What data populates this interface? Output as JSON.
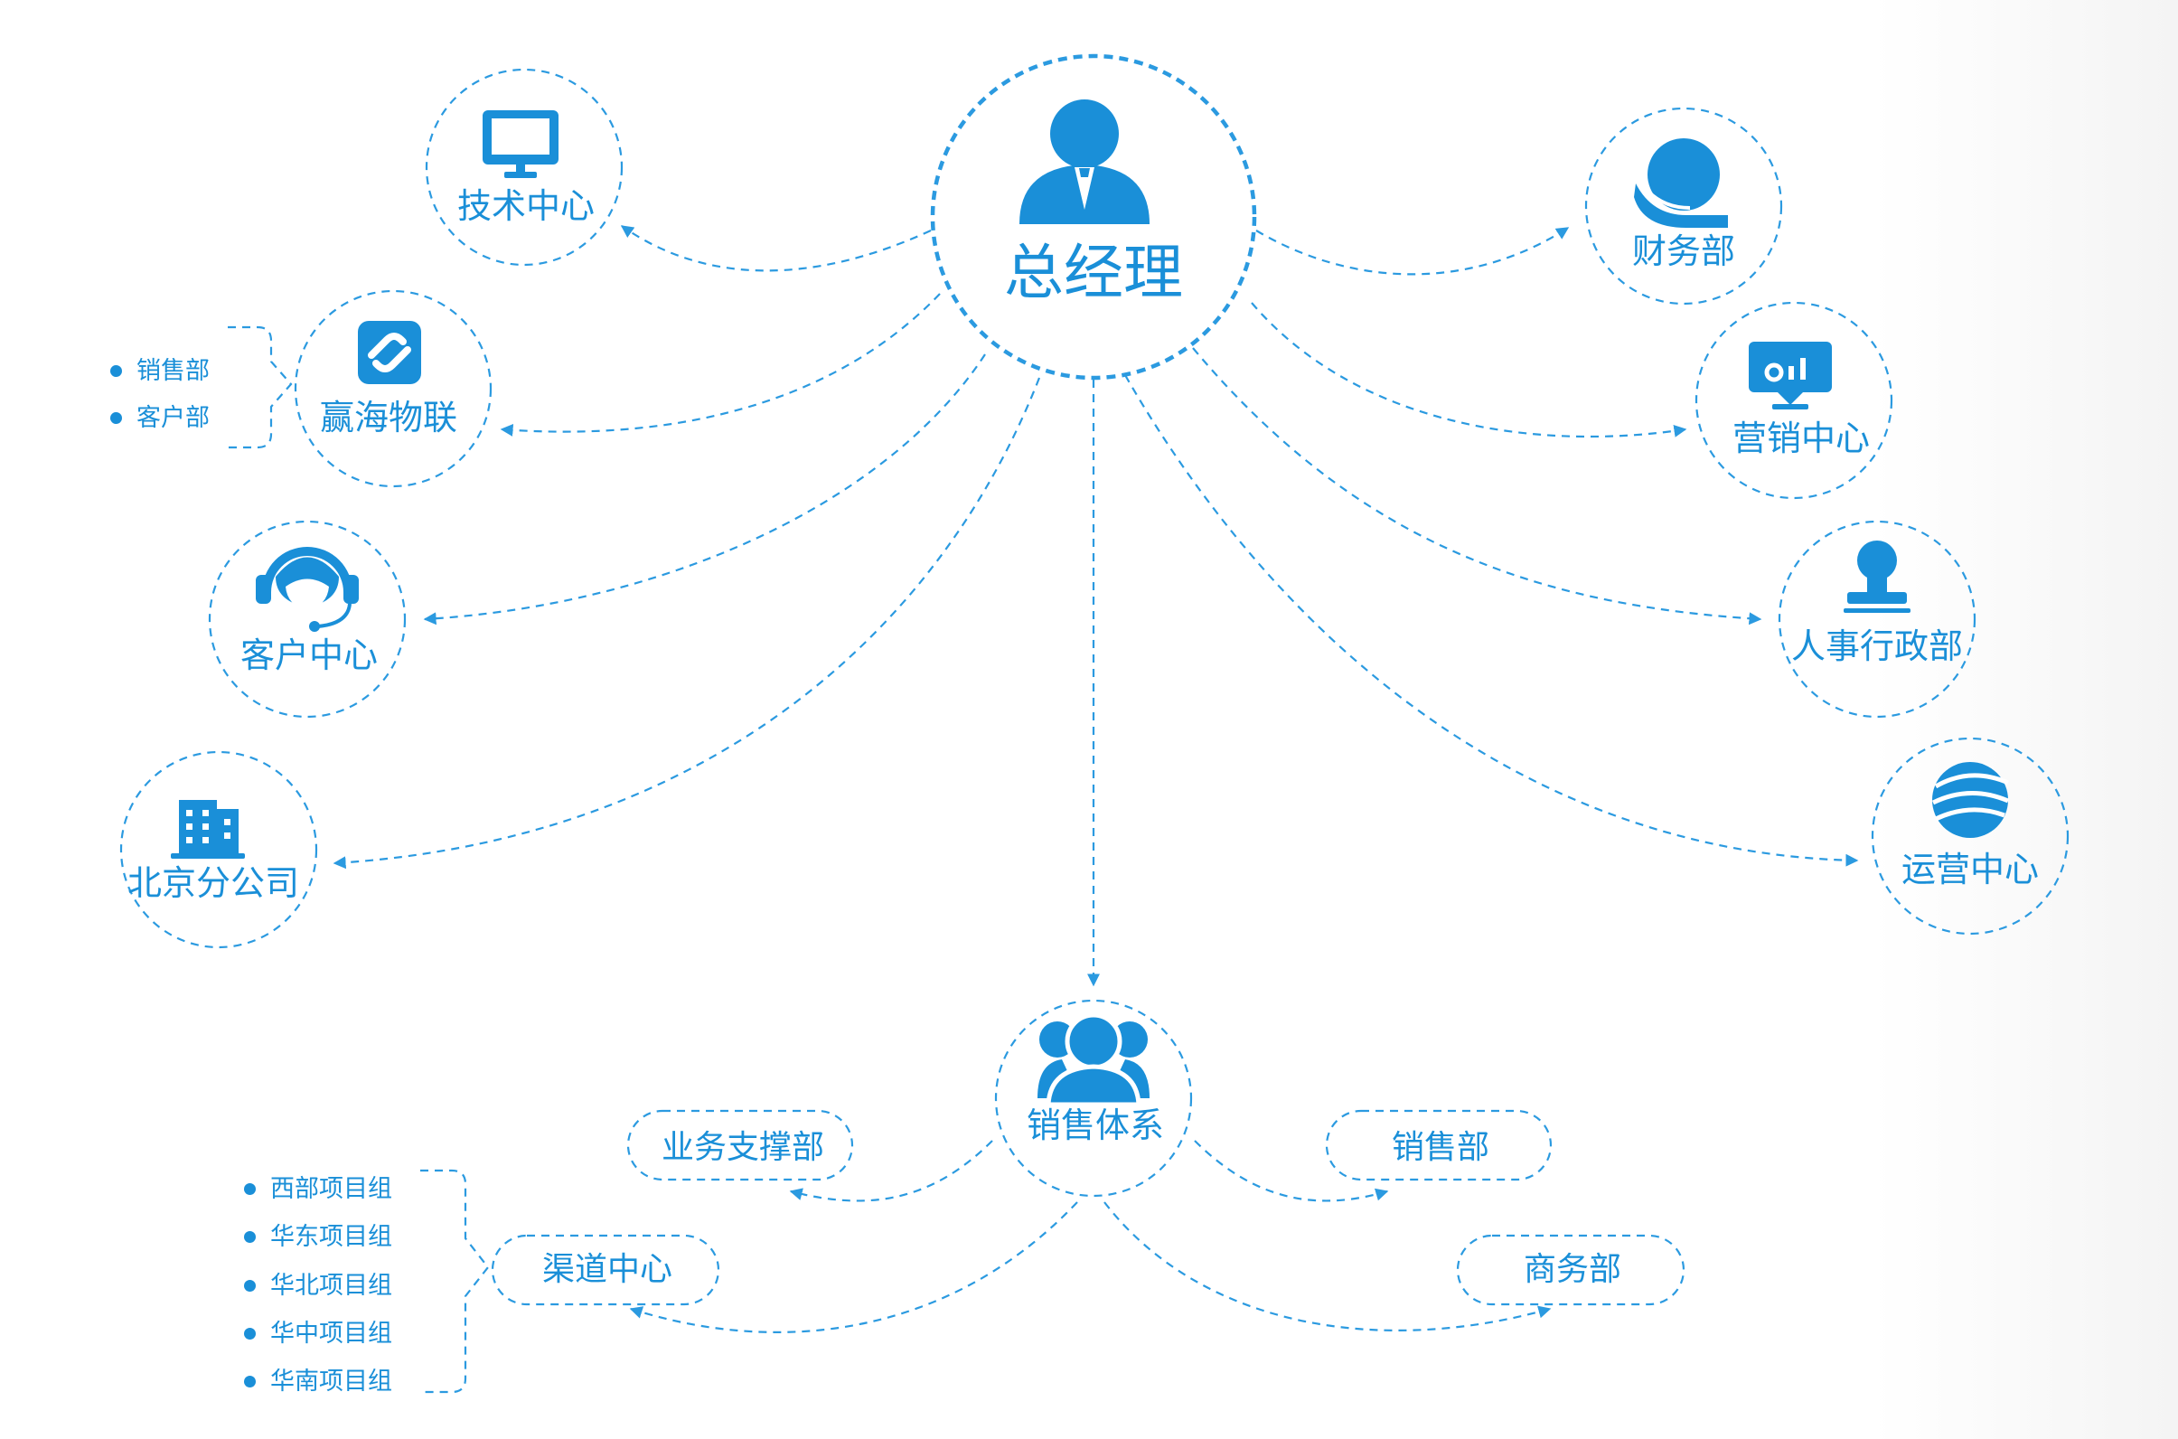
{
  "ceo": {
    "label": "总经理"
  },
  "nodes": {
    "tech": {
      "label": "技术中心",
      "icon": "monitor-icon"
    },
    "yinghai": {
      "label": "赢海物联",
      "icon": "link-icon"
    },
    "customer": {
      "label": "客户中心",
      "icon": "headset-icon"
    },
    "beijing": {
      "label": "北京分公司",
      "icon": "building-icon"
    },
    "finance": {
      "label": "财务部",
      "icon": "hand-coin-icon"
    },
    "marketing": {
      "label": "营销中心",
      "icon": "presentation-icon"
    },
    "hr": {
      "label": "人事行政部",
      "icon": "stamp-icon"
    },
    "operations": {
      "label": "运营中心",
      "icon": "globe-icon"
    },
    "sales": {
      "label": "销售体系",
      "icon": "group-icon"
    }
  },
  "yinghai_sub": [
    "销售部",
    "客户部"
  ],
  "sales_units": {
    "support": "业务支撑部",
    "sales_dept": "销售部",
    "channel": "渠道中心",
    "business": "商务部"
  },
  "channel_groups": [
    "西部项目组",
    "华东项目组",
    "华北项目组",
    "华中项目组",
    "华南项目组"
  ],
  "colors": {
    "primary": "#1a8fd8",
    "line": "#2b9ae0"
  }
}
